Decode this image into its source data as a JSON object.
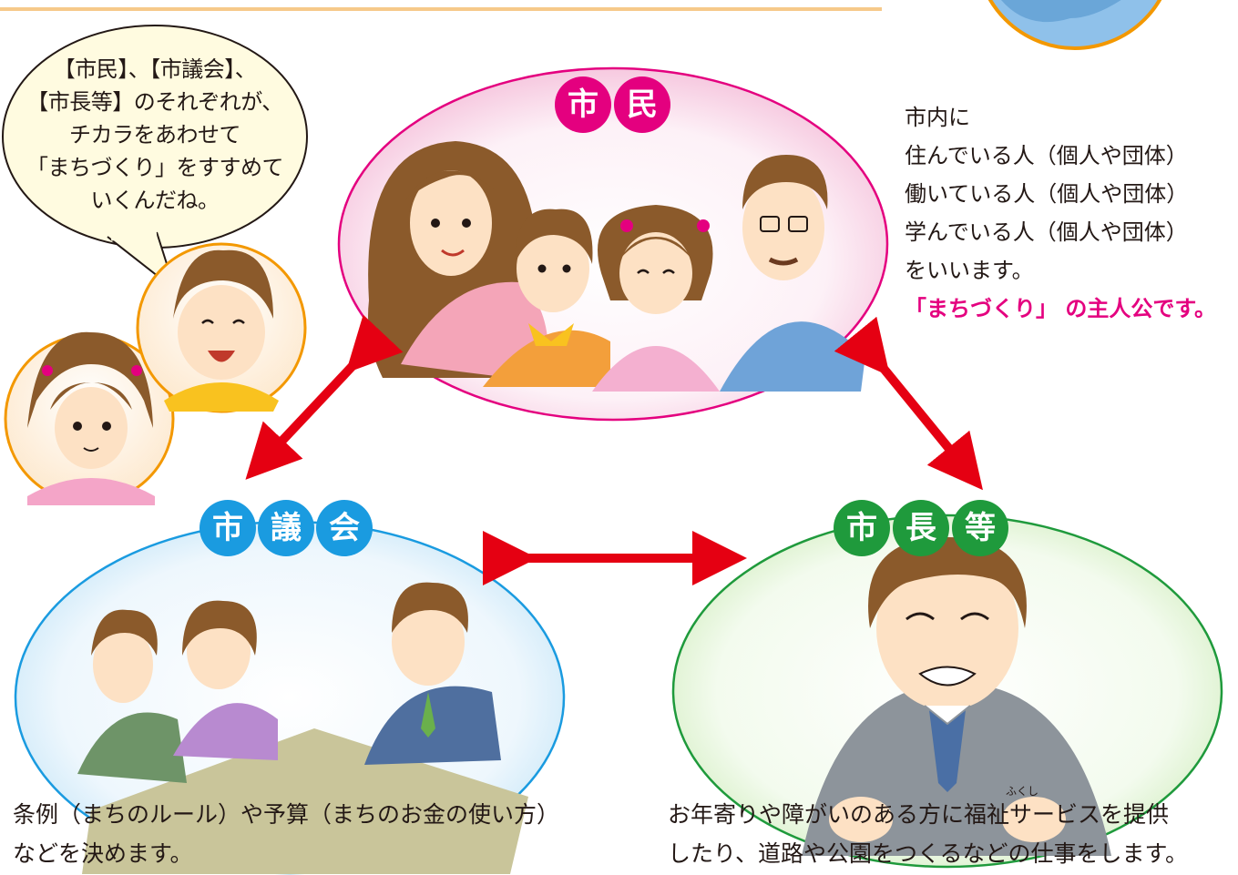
{
  "colors": {
    "shimin": "#e4007f",
    "gikai": "#1a9be0",
    "chou": "#1f9a3c",
    "arrow": "#e50012",
    "frame": "#f39800"
  },
  "bubble": {
    "lines": [
      "【市民】、【市議会】、",
      "【市長等】のそれぞれが、",
      "チカラをあわせて",
      "「まちづくり」をすすめて",
      "いくんだね。"
    ]
  },
  "shimin": {
    "badge": [
      "市",
      "民"
    ],
    "description": [
      "市内に",
      "住んでいる人（個人や団体）",
      "働いている人（個人や団体）",
      "学んでいる人（個人や団体）",
      "をいいます。"
    ],
    "highlight": "「まちづくり」 の主人公です。"
  },
  "gikai": {
    "badge": [
      "市",
      "議",
      "会"
    ],
    "description": [
      "条例（まちのルール）や予算（まちのお金の使い方）",
      "などを決めます。"
    ]
  },
  "chou": {
    "badge": [
      "市",
      "長",
      "等"
    ],
    "ruby": "ふくし",
    "description": [
      "お年寄りや障がいのある方に福祉サービスを提供",
      "したり、道路や公園をつくるなどの仕事をします。"
    ]
  }
}
